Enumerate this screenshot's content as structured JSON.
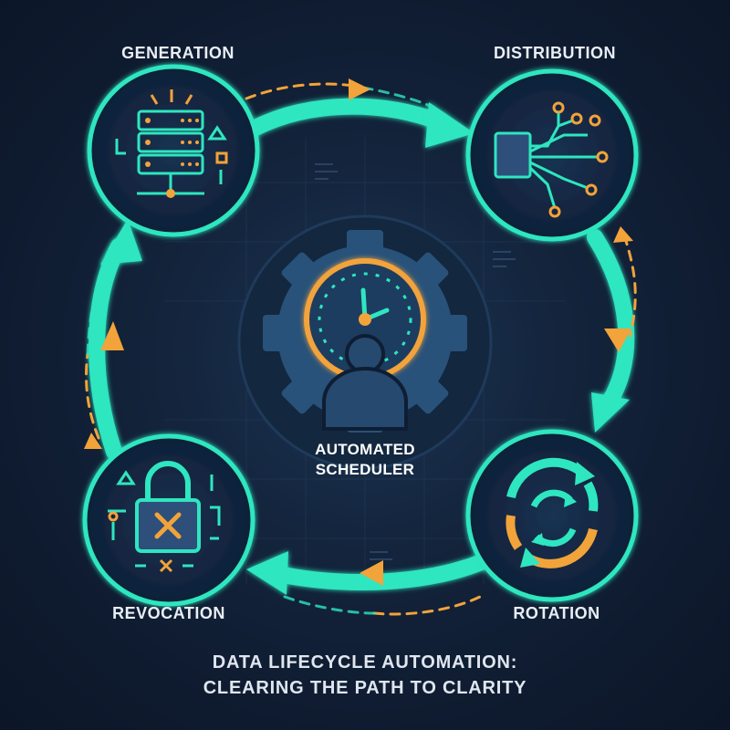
{
  "stages": {
    "generation": {
      "label": "GENERATION",
      "icon": "server-stack-icon"
    },
    "distribution": {
      "label": "DISTRIBUTION",
      "icon": "network-branch-icon"
    },
    "rotation": {
      "label": "ROTATION",
      "icon": "rotate-arrows-icon"
    },
    "revocation": {
      "label": "REVOCATION",
      "icon": "padlock-x-icon"
    }
  },
  "center": {
    "line1": "AUTOMATED",
    "line2": "SCHEDULER",
    "icon": "gear-clock-person-icon"
  },
  "footer": {
    "line1": "DATA LIFECYCLE AUTOMATION:",
    "line2": "CLEARING THE PATH TO CLARITY"
  },
  "colors": {
    "background": "#0f1d33",
    "teal": "#2ee6c0",
    "orange": "#f2a33a",
    "panel": "#1d3a5c"
  }
}
